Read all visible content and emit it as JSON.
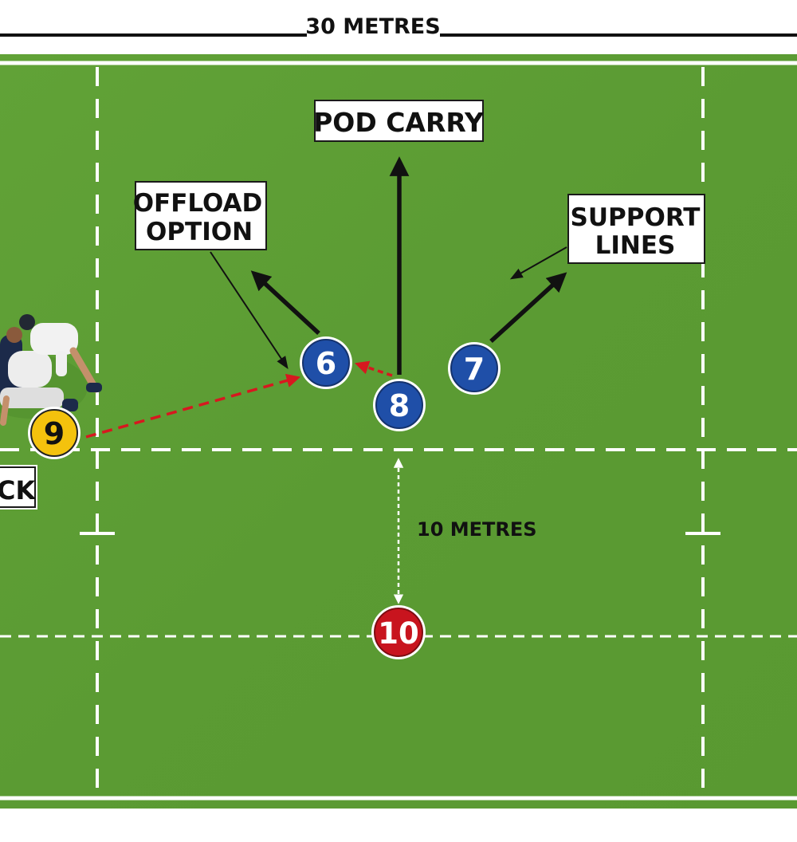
{
  "header": {
    "width_label": "30 METRES"
  },
  "labels": {
    "pod_carry": "POD CARRY",
    "offload_line1": "OFFLOAD",
    "offload_line2": "OPTION",
    "support_line1": "SUPPORT",
    "support_line2": "LINES",
    "ten_metres": "10 METRES",
    "ruck_fragment": "CK"
  },
  "players": {
    "scrum_half": {
      "number": "9",
      "color": "#f4c20d"
    },
    "flanker_6": {
      "number": "6",
      "color": "#1f4fa8"
    },
    "number_8": {
      "number": "8",
      "color": "#1f4fa8"
    },
    "flanker_7": {
      "number": "7",
      "color": "#1f4fa8"
    },
    "fly_half": {
      "number": "10",
      "color": "#c8141e"
    }
  },
  "colors": {
    "pitch": "#5d9e34",
    "line": "#ffffff",
    "pass": "#d7181f",
    "run": "#111111"
  },
  "icons": {
    "ruck": "ruck-players-image"
  }
}
